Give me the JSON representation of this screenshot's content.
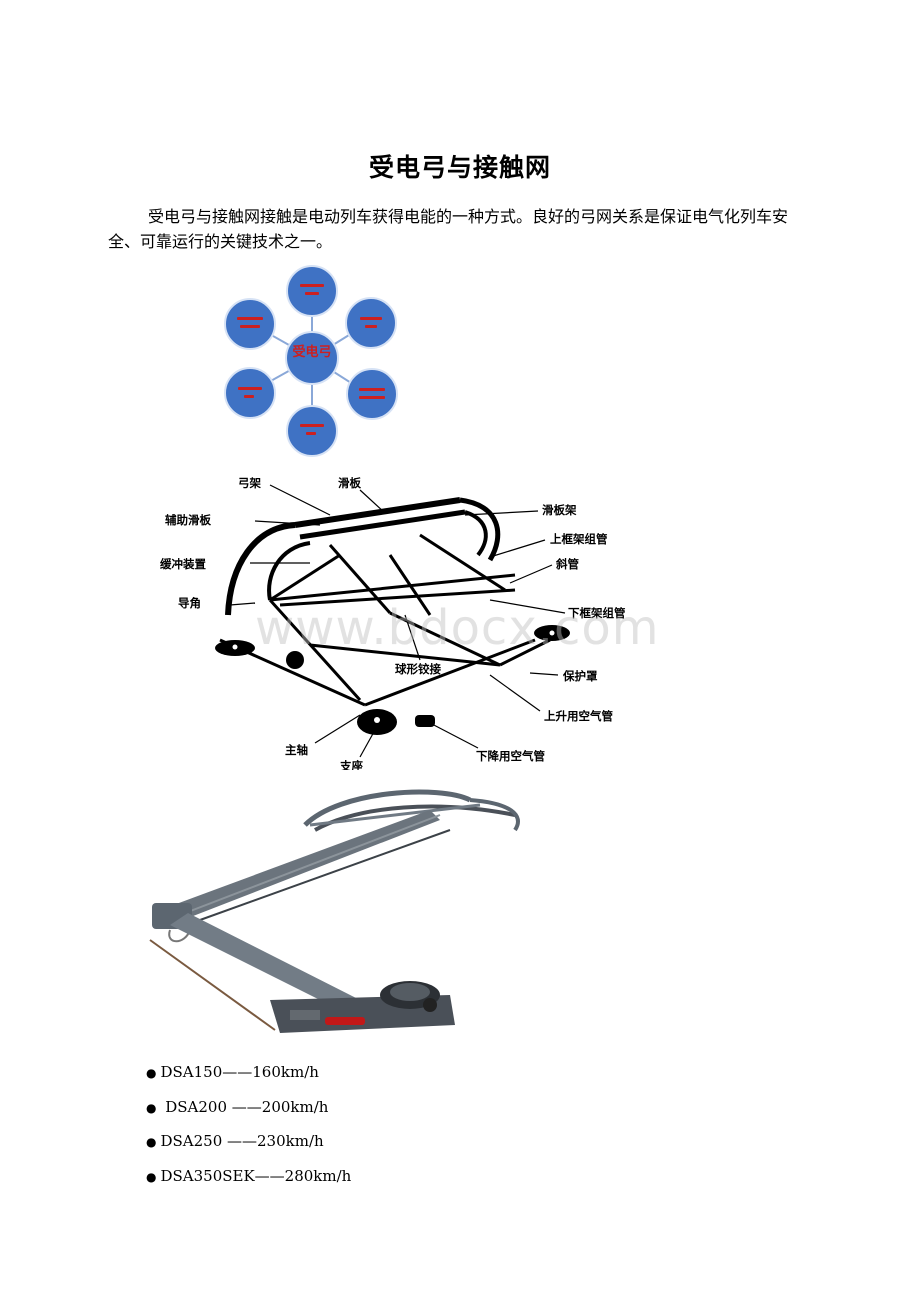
{
  "document": {
    "title": "受电弓与接触网",
    "paragraph": "受电弓与接触网接触是电动列车获得电能的一种方式。良好的弓网关系是保证电气化列车安全、可靠运行的关键技术之一。"
  },
  "bubble_diagram": {
    "center": "受电弓",
    "colors": {
      "fill": "#3f72c4",
      "text": "#cc2020"
    }
  },
  "labeled_diagram": {
    "labels": {
      "gongjia": "弓架",
      "huaban": "滑板",
      "fuzhu_huaban": "辅助滑板",
      "huabanjia": "滑板架",
      "shangkuangjia": "上框架组管",
      "xieguan": "斜管",
      "huanchong": "缓冲装置",
      "daojiao": "导角",
      "xiakuangjia": "下框架组管",
      "qiuxing": "球形铰接",
      "baohuzhao": "保护罩",
      "shangsheng": "上升用空气管",
      "zhuzhou": "主轴",
      "zhizuo": "支座",
      "xiajiang": "下降用空气管"
    }
  },
  "watermark": "www.bdocx.com",
  "specs": [
    {
      "text": "DSA150——160km/h"
    },
    {
      "text": " DSA200 ——200km/h"
    },
    {
      "text": "DSA250 ——230km/h"
    },
    {
      "text": "DSA350SEK——280km/h"
    }
  ],
  "bullet": "●"
}
